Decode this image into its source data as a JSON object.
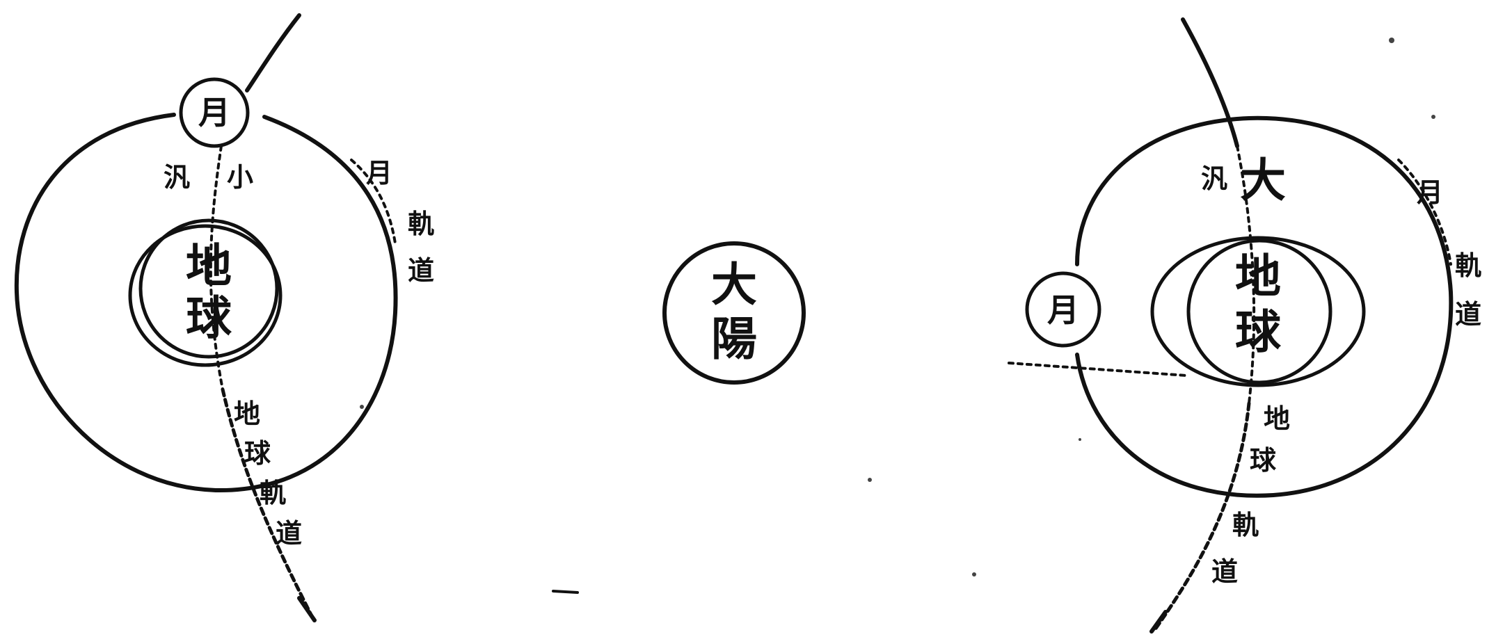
{
  "sun": {
    "line1": "大",
    "line2": "陽"
  },
  "left": {
    "moon": "月",
    "earth_line1": "地",
    "earth_line2": "球",
    "tide_word": "汎",
    "tide_size": "小",
    "moon_orbit": [
      "月",
      "軌",
      "道"
    ],
    "earth_orbit": [
      "地",
      "球",
      "軌",
      "道"
    ]
  },
  "right": {
    "moon": "月",
    "earth_line1": "地",
    "earth_line2": "球",
    "tide_word": "汎",
    "tide_size": "大",
    "moon_orbit": [
      "月",
      "軌",
      "道"
    ],
    "earth_orbit": [
      "地",
      "球",
      "軌",
      "道"
    ]
  },
  "colors": {
    "ink": "#111111",
    "paper": "#ffffff"
  }
}
